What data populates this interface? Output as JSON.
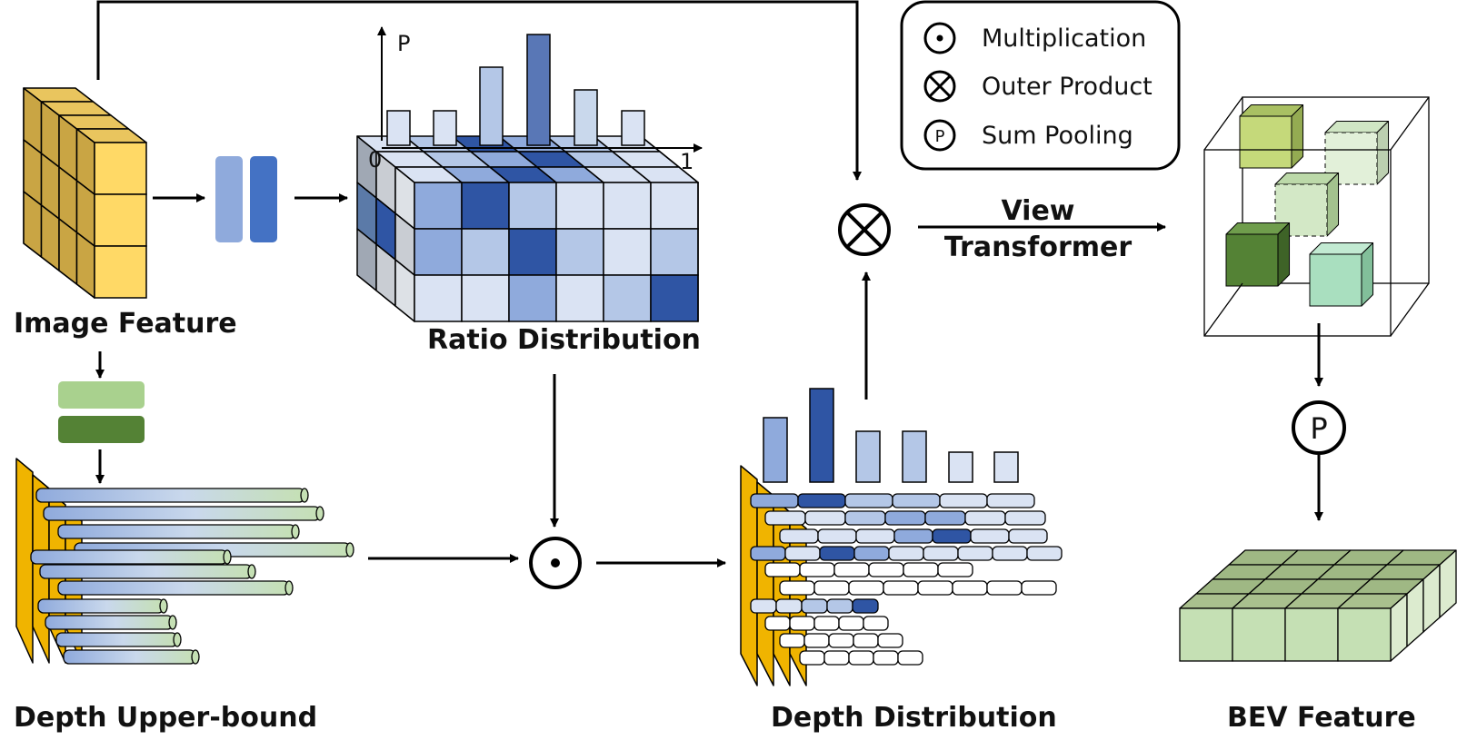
{
  "labels": {
    "image_feature": "Image Feature",
    "ratio_distribution": "Ratio Distribution",
    "depth_upper_bound": "Depth Upper-bound",
    "depth_distribution": "Depth Distribution",
    "bev_feature": "BEV Feature",
    "view_transformer_line1": "View",
    "view_transformer_line2": "Transformer"
  },
  "axis": {
    "p": "P",
    "zero": "0",
    "one": "1"
  },
  "legend": {
    "items": [
      {
        "symbol": "odot-icon",
        "label": "Multiplication"
      },
      {
        "symbol": "otimes-icon",
        "label": "Outer Product"
      },
      {
        "symbol": "p-circle-icon",
        "label": "Sum Pooling"
      }
    ]
  },
  "symbols": {
    "sum_pooling": "P",
    "small_p": "P"
  },
  "colors": {
    "image_feature_front": "#ffd966",
    "image_feature_side": "#c9a544",
    "blue_light": "#dae3f3",
    "blue_mid": "#b4c7e7",
    "blue_med": "#8faadc",
    "blue_dark": "#2f55a4",
    "green_light": "#a9d18e",
    "green_dark": "#548235",
    "bev_top": "#a9c08e",
    "bev_front": "#c5e0b4",
    "bev_side": "#dcebcf",
    "depth_wall": "#f0b400"
  }
}
